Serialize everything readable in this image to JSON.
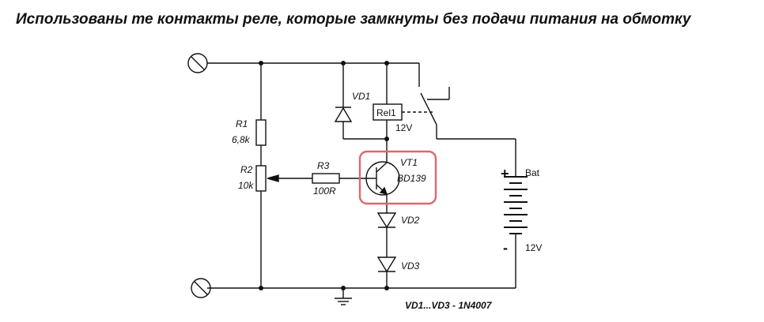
{
  "title": "Использованы те контакты реле, которые замкнуты без подачи питания на обмотку",
  "labels": {
    "r1_name": "R1",
    "r1_value": "6,8k",
    "r2_name": "R2",
    "r2_value": "10k",
    "r3_name": "R3",
    "r3_value": "100R",
    "vd1": "VD1",
    "relay_name": "Rel1",
    "relay_voltage": "12V",
    "vt1_name": "VT1",
    "vt1_part": "BD139",
    "vd2": "VD2",
    "vd3": "VD3",
    "battery_plus": "+",
    "battery_name": "Bat",
    "battery_minus": "-",
    "battery_voltage": "12V",
    "footnote": "VD1...VD3 - 1N4007"
  },
  "colors": {
    "wire": "#111111",
    "highlight": "#e0676b",
    "background": "#ffffff"
  }
}
